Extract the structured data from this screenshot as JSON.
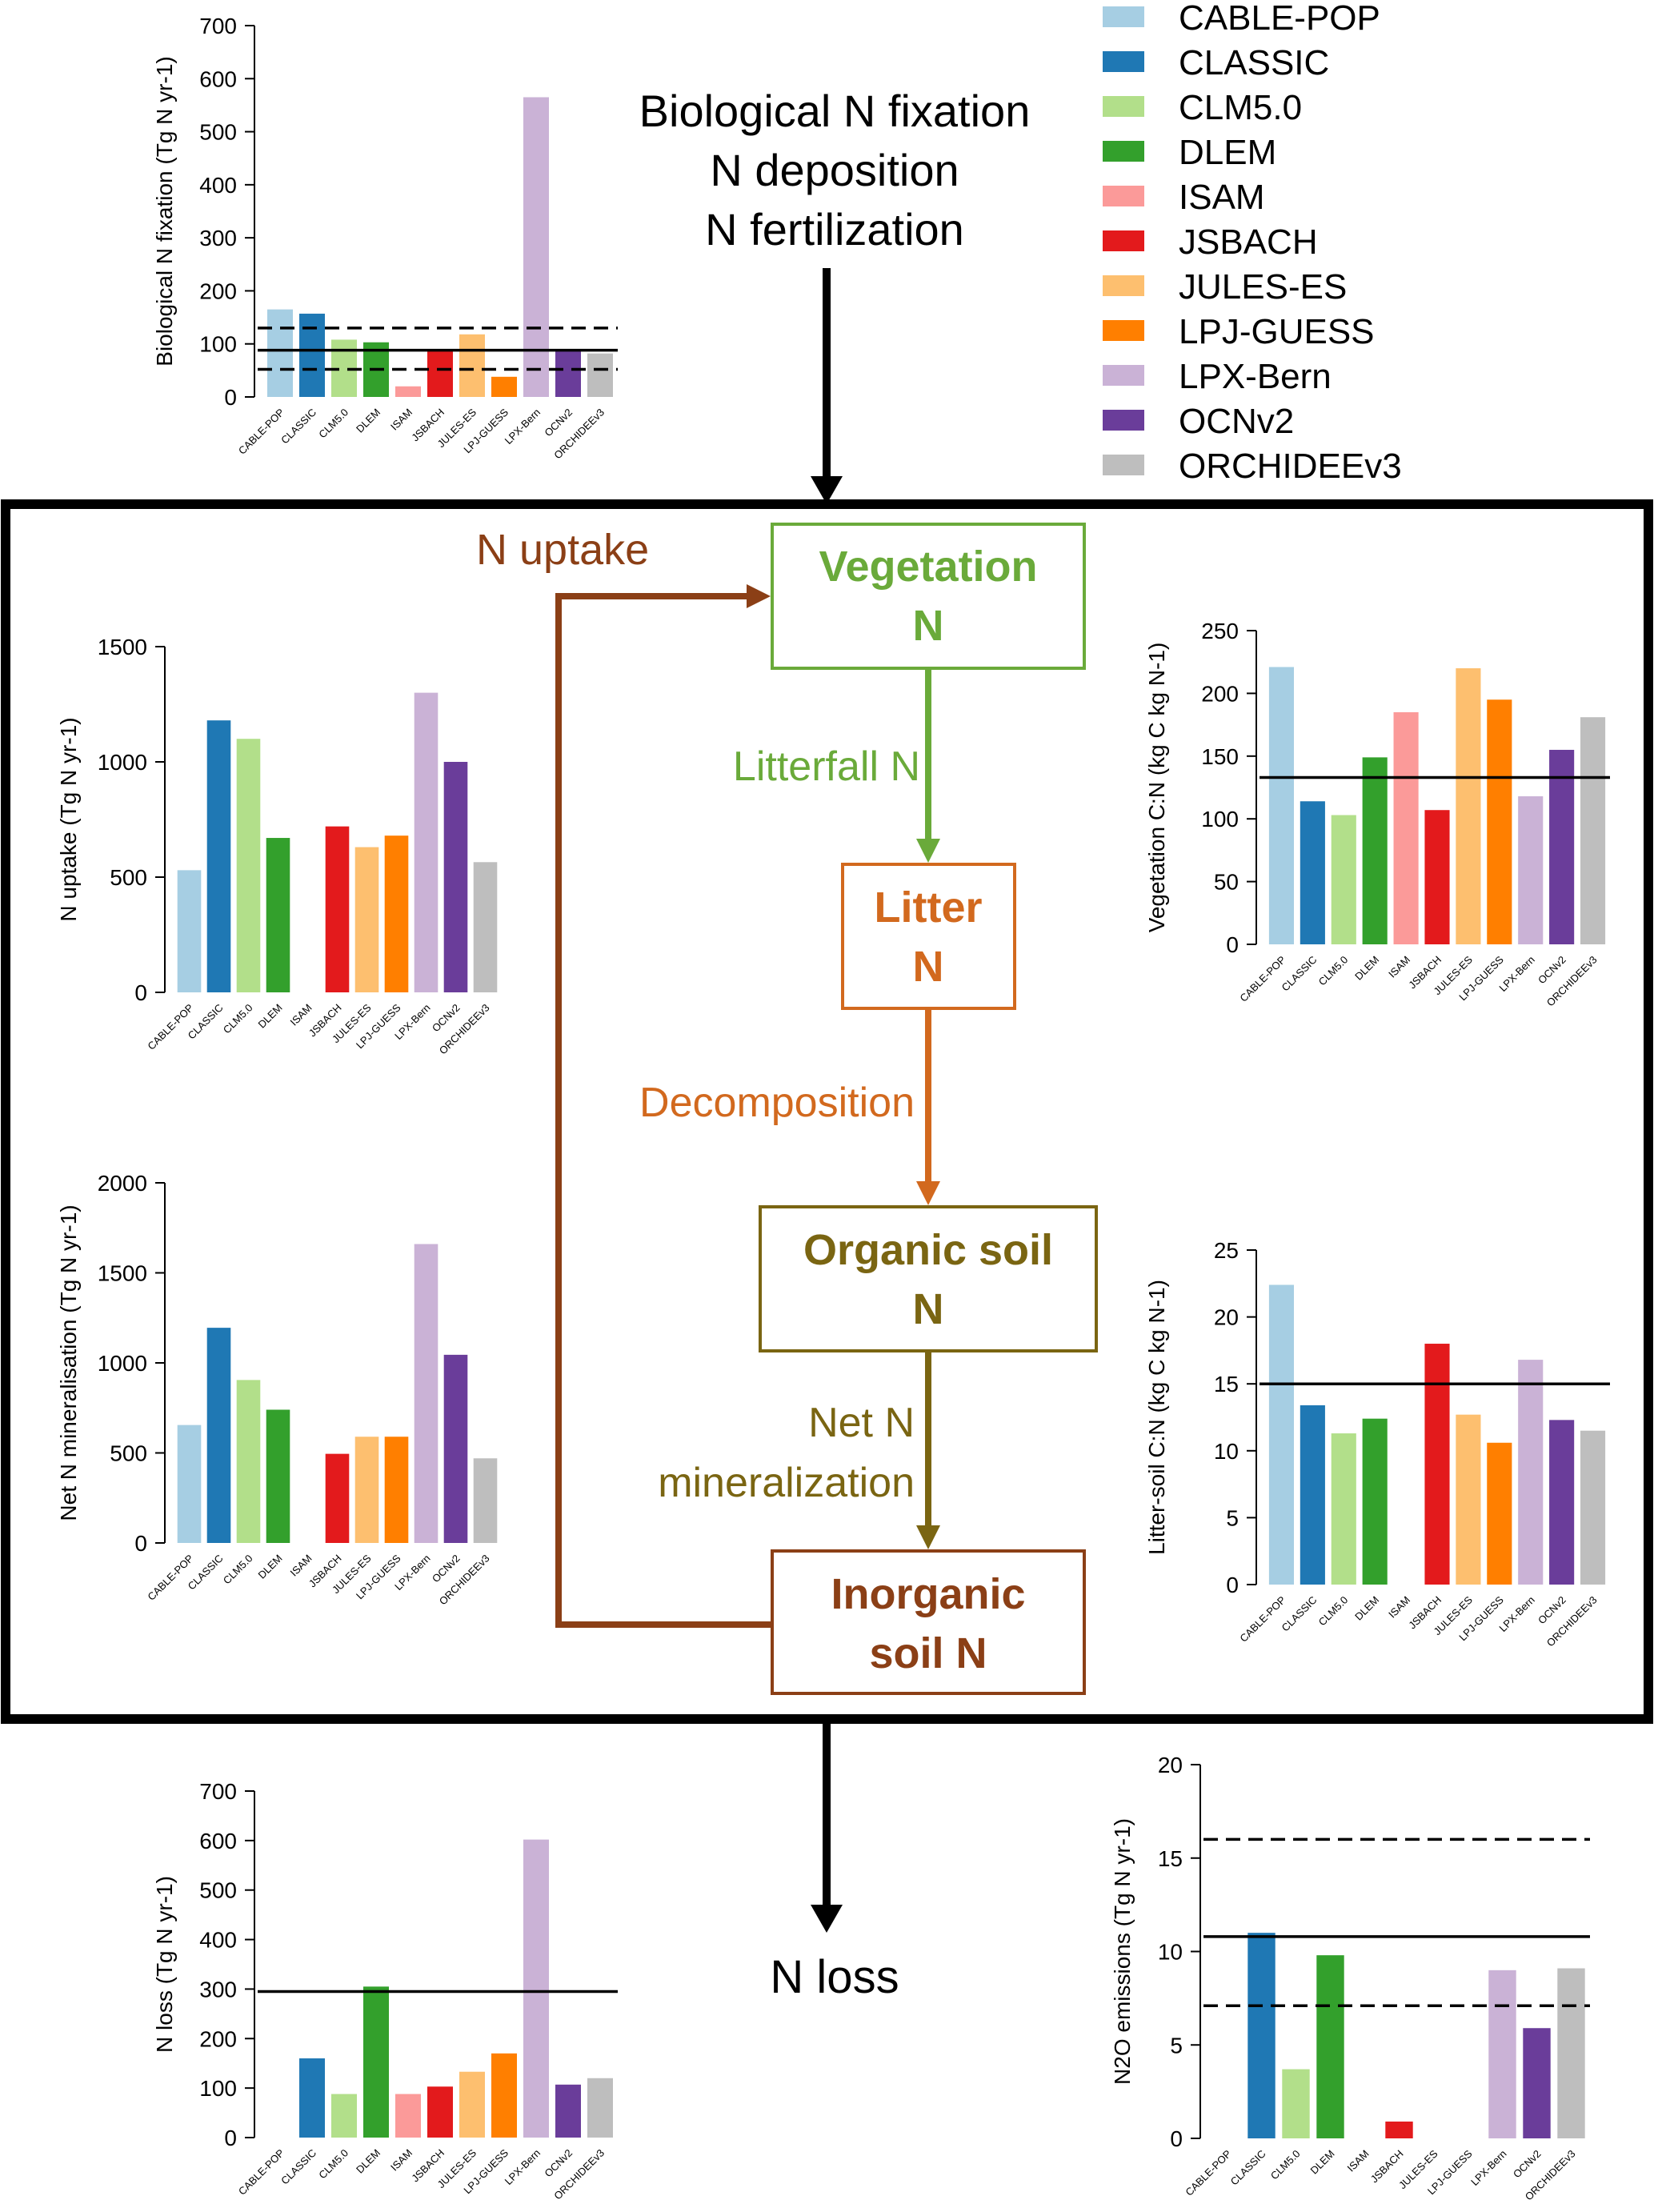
{
  "models": [
    "CABLE-POP",
    "CLASSIC",
    "CLM5.0",
    "DLEM",
    "ISAM",
    "JSBACH",
    "JULES-ES",
    "LPJ-GUESS",
    "LPX-Bern",
    "OCNv2",
    "ORCHIDEEv3"
  ],
  "colors": [
    "#a6cee3",
    "#1f78b4",
    "#b2df8a",
    "#33a02c",
    "#fb9a99",
    "#e31a1c",
    "#fdbf6f",
    "#ff7f00",
    "#cab2d6",
    "#6a3d9a",
    "#bebebe"
  ],
  "inputs": {
    "line1": "Biological N fixation",
    "line2": "N deposition",
    "line3": "N fertilization"
  },
  "pools": {
    "vegetation": {
      "line1": "Vegetation",
      "line2": "N",
      "color": "#6aaa3a"
    },
    "litter": {
      "line1": "Litter",
      "line2": "N",
      "color": "#d2691e"
    },
    "organic": {
      "line1": "Organic soil",
      "line2": "N",
      "color": "#7a6512"
    },
    "inorganic": {
      "line1": "Inorganic",
      "line2": "soil N",
      "color": "#8b3f16"
    }
  },
  "fluxes": {
    "uptake": "N uptake",
    "litterfall": "Litterfall N",
    "decomposition": "Decomposition",
    "mineralization_line1": "Net N",
    "mineralization_line2": "mineralization"
  },
  "loss_label": "N loss",
  "chart_data": [
    {
      "id": "bnf",
      "type": "bar",
      "ylabel": "Biological N fixation (Tg N yr-1)",
      "ylim": [
        0,
        700
      ],
      "yticks": [
        0,
        100,
        200,
        300,
        400,
        500,
        600,
        700
      ],
      "values": [
        165,
        157,
        108,
        103,
        20,
        90,
        118,
        38,
        565,
        90,
        82
      ],
      "ref_lines": [
        {
          "y": 88,
          "style": "solid"
        },
        {
          "y": 130,
          "style": "dashed"
        },
        {
          "y": 52,
          "style": "dashed"
        }
      ]
    },
    {
      "id": "uptake",
      "type": "bar",
      "ylabel": "N uptake (Tg N yr-1)",
      "ylim": [
        0,
        1500
      ],
      "yticks": [
        0,
        500,
        1000,
        1500
      ],
      "values": [
        530,
        1180,
        1100,
        670,
        null,
        720,
        630,
        680,
        1300,
        1000,
        565
      ],
      "ref_lines": []
    },
    {
      "id": "netmin",
      "type": "bar",
      "ylabel": "Net N mineralisation (Tg N yr-1)",
      "ylim": [
        0,
        2000
      ],
      "yticks": [
        0,
        500,
        1000,
        1500,
        2000
      ],
      "values": [
        655,
        1195,
        905,
        740,
        null,
        495,
        590,
        590,
        1660,
        1045,
        470
      ],
      "ref_lines": []
    },
    {
      "id": "vegcn",
      "type": "bar",
      "ylabel": "Vegetation C:N (kg C kg N-1)",
      "ylim": [
        0,
        250
      ],
      "yticks": [
        0,
        50,
        100,
        150,
        200,
        250
      ],
      "values": [
        221,
        114,
        103,
        149,
        185,
        107,
        220,
        195,
        118,
        155,
        181
      ],
      "ref_lines": [
        {
          "y": 133,
          "style": "solid"
        }
      ]
    },
    {
      "id": "soilcn",
      "type": "bar",
      "ylabel": "Litter-soil C:N (kg C kg N-1)",
      "ylim": [
        0,
        25
      ],
      "yticks": [
        0,
        5,
        10,
        15,
        20,
        25
      ],
      "values": [
        22.4,
        13.4,
        11.3,
        12.4,
        null,
        18.0,
        12.7,
        10.6,
        16.8,
        12.3,
        11.5
      ],
      "ref_lines": [
        {
          "y": 15.0,
          "style": "solid"
        }
      ]
    },
    {
      "id": "nloss",
      "type": "bar",
      "ylabel": "N loss (Tg N yr-1)",
      "ylim": [
        0,
        700
      ],
      "yticks": [
        0,
        100,
        200,
        300,
        400,
        500,
        600,
        700
      ],
      "values": [
        null,
        160,
        88,
        305,
        88,
        103,
        133,
        170,
        602,
        107,
        120
      ],
      "ref_lines": [
        {
          "y": 295,
          "style": "solid"
        }
      ]
    },
    {
      "id": "n2o",
      "type": "bar",
      "ylabel": "N2O emissions (Tg N yr-1)",
      "ylim": [
        0,
        20
      ],
      "yticks": [
        0,
        5,
        10,
        15,
        20
      ],
      "values": [
        null,
        11.0,
        3.7,
        9.8,
        null,
        0.9,
        null,
        null,
        9.0,
        5.9,
        9.1
      ],
      "ref_lines": [
        {
          "y": 10.8,
          "style": "solid"
        },
        {
          "y": 16.0,
          "style": "dashed"
        },
        {
          "y": 7.1,
          "style": "dashed"
        }
      ]
    }
  ]
}
